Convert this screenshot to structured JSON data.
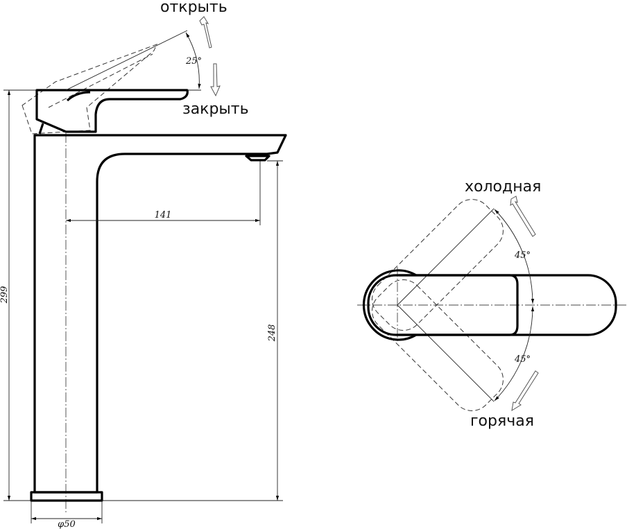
{
  "side_view": {
    "open_label": "открыть",
    "close_label": "закрыть",
    "lever_angle": "25°",
    "dim_total_height": "299",
    "dim_spout_reach": "141",
    "dim_spout_height": "248",
    "dim_base_diameter": "φ50"
  },
  "top_view": {
    "cold_label": "холодная",
    "hot_label": "горячая",
    "cold_angle": "45°",
    "hot_angle": "45°"
  }
}
